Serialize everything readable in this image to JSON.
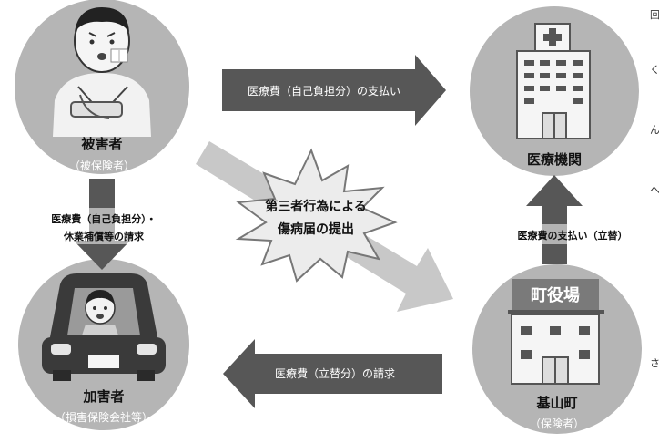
{
  "parties": {
    "victim": {
      "name": "被害者",
      "role": "（被保険者）"
    },
    "hospital": {
      "name": "医療機関"
    },
    "town": {
      "sign": "町役場",
      "name": "基山町",
      "role": "（保険者）"
    },
    "perpetrator": {
      "name": "加害者",
      "role": "（損害保険会社等）"
    }
  },
  "flows": {
    "victim_to_hospital": "医療費（自己負担分）の支払い",
    "victim_to_perpetrator_line1": "医療費（自己負担分）・",
    "victim_to_perpetrator_line2": "休業補償等の請求",
    "town_to_hospital": "医療費の支払い（立替）",
    "town_to_perpetrator": "医療費（立替分）の請求"
  },
  "burst": {
    "line1": "第三者行為による",
    "line2": "傷病届の提出"
  },
  "edge_marks": [
    "回",
    "く",
    "ん",
    "へ",
    "さ"
  ],
  "colors": {
    "circle": "#b5b5b5",
    "arrow_dark": "#575757",
    "arrow_light": "#c8c8c8",
    "burst_fill": "#ececec"
  }
}
